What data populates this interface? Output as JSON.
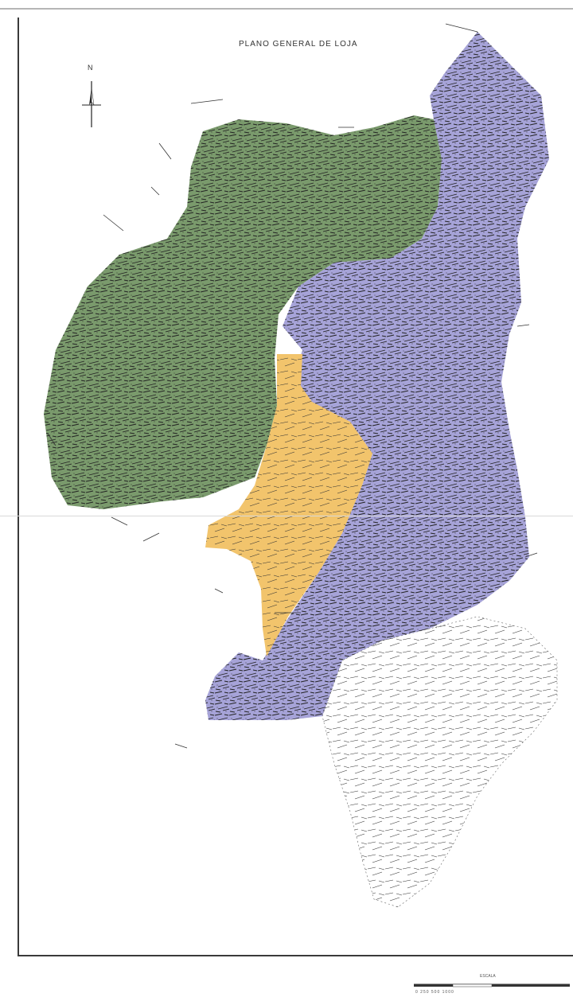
{
  "map": {
    "title": "PLANO GENERAL DE LOJA",
    "north_label": "N",
    "scale": {
      "title": "ESCALA",
      "labels": "0 250 500 1000"
    },
    "zones": [
      {
        "name": "zone-green",
        "color": "#7a9a6c"
      },
      {
        "name": "zone-purple",
        "color": "#a6a3d8"
      },
      {
        "name": "zone-yellow",
        "color": "#f2c46c"
      },
      {
        "name": "zone-unshaded",
        "color": "#ffffff"
      }
    ],
    "colors": {
      "frame": "#3a3a3a",
      "streets": "#222222"
    }
  }
}
